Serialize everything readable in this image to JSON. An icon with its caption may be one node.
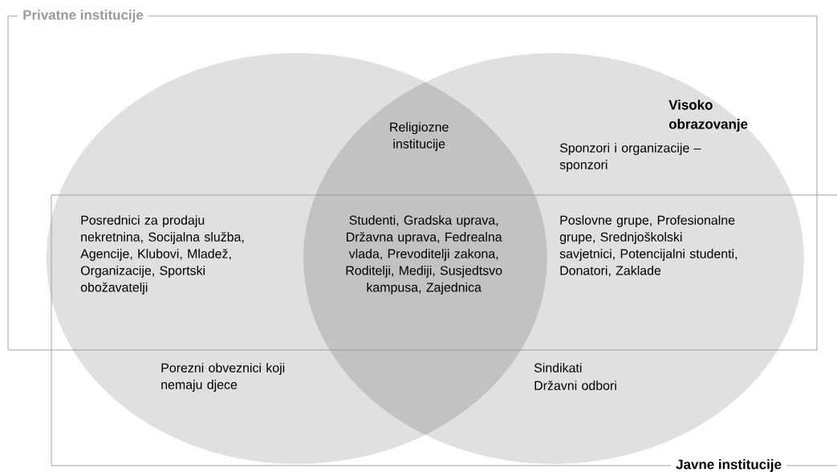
{
  "diagram": {
    "nodes": [
      {
        "text": [
          "Privatne institucije"
        ]
      },
      {
        "text": [
          "Javne institucije"
        ]
      },
      {
        "text": [
          "Posrednici za prodaju nekretnina, Socijalna služba, Agencije, Klubovi, Mladež, Organizacije, Sportski obožavatelji",
          "Porezni obveznici koji nemaju djece"
        ]
      },
      {
        "text": [
          "Sponzori i organizacije – sponzori",
          "Poslovne grupe, Profesionalne grupe, Srednjoškolski savjetnici, Potencijalni studenti, Donatori, Zaklade",
          "Sindikati",
          "Državni odbori"
        ]
      }
    ],
    "labels": [
      "Visoko obrazovanje",
      "Religiozne institucije",
      "Studenti, Gradska uprava, Državna uprava, Fedrealna vlada, Prevoditelji zakona, Roditelji, Mediji, Susjedtsvo kampusa, Zajednica"
    ]
  }
}
